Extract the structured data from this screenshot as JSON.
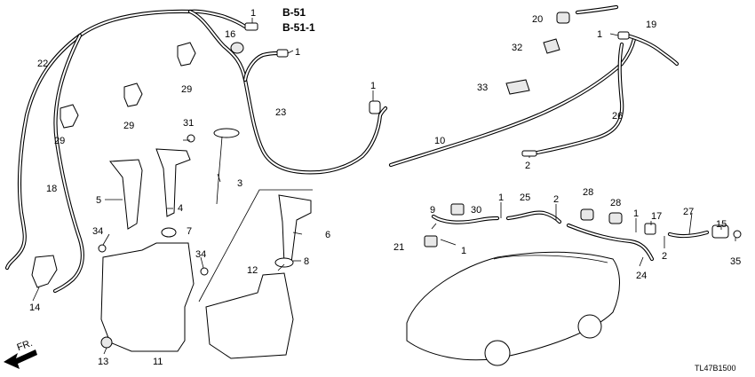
{
  "references": [
    "B-51",
    "B-51-1"
  ],
  "diagram_code": "TL47B1500",
  "direction_label": "FR.",
  "callouts": {
    "c1a": "1",
    "c1b": "1",
    "c1c": "1",
    "c1d": "1",
    "c1e": "1",
    "c1f": "1",
    "c1g": "1",
    "c2a": "2",
    "c2b": "2",
    "c2c": "2",
    "c3": "3",
    "c4": "4",
    "c5": "5",
    "c6": "6",
    "c7": "7",
    "c8": "8",
    "c9": "9",
    "c10": "10",
    "c11": "11",
    "c12": "12",
    "c13": "13",
    "c14": "14",
    "c15": "15",
    "c16": "16",
    "c17": "17",
    "c18": "18",
    "c19": "19",
    "c20": "20",
    "c21": "21",
    "c22": "22",
    "c23": "23",
    "c24": "24",
    "c25": "25",
    "c26": "26",
    "c27": "27",
    "c28a": "28",
    "c28b": "28",
    "c29a": "29",
    "c29b": "29",
    "c29c": "29",
    "c30": "30",
    "c31": "31",
    "c32": "32",
    "c33": "33",
    "c34a": "34",
    "c34b": "34",
    "c35": "35"
  }
}
